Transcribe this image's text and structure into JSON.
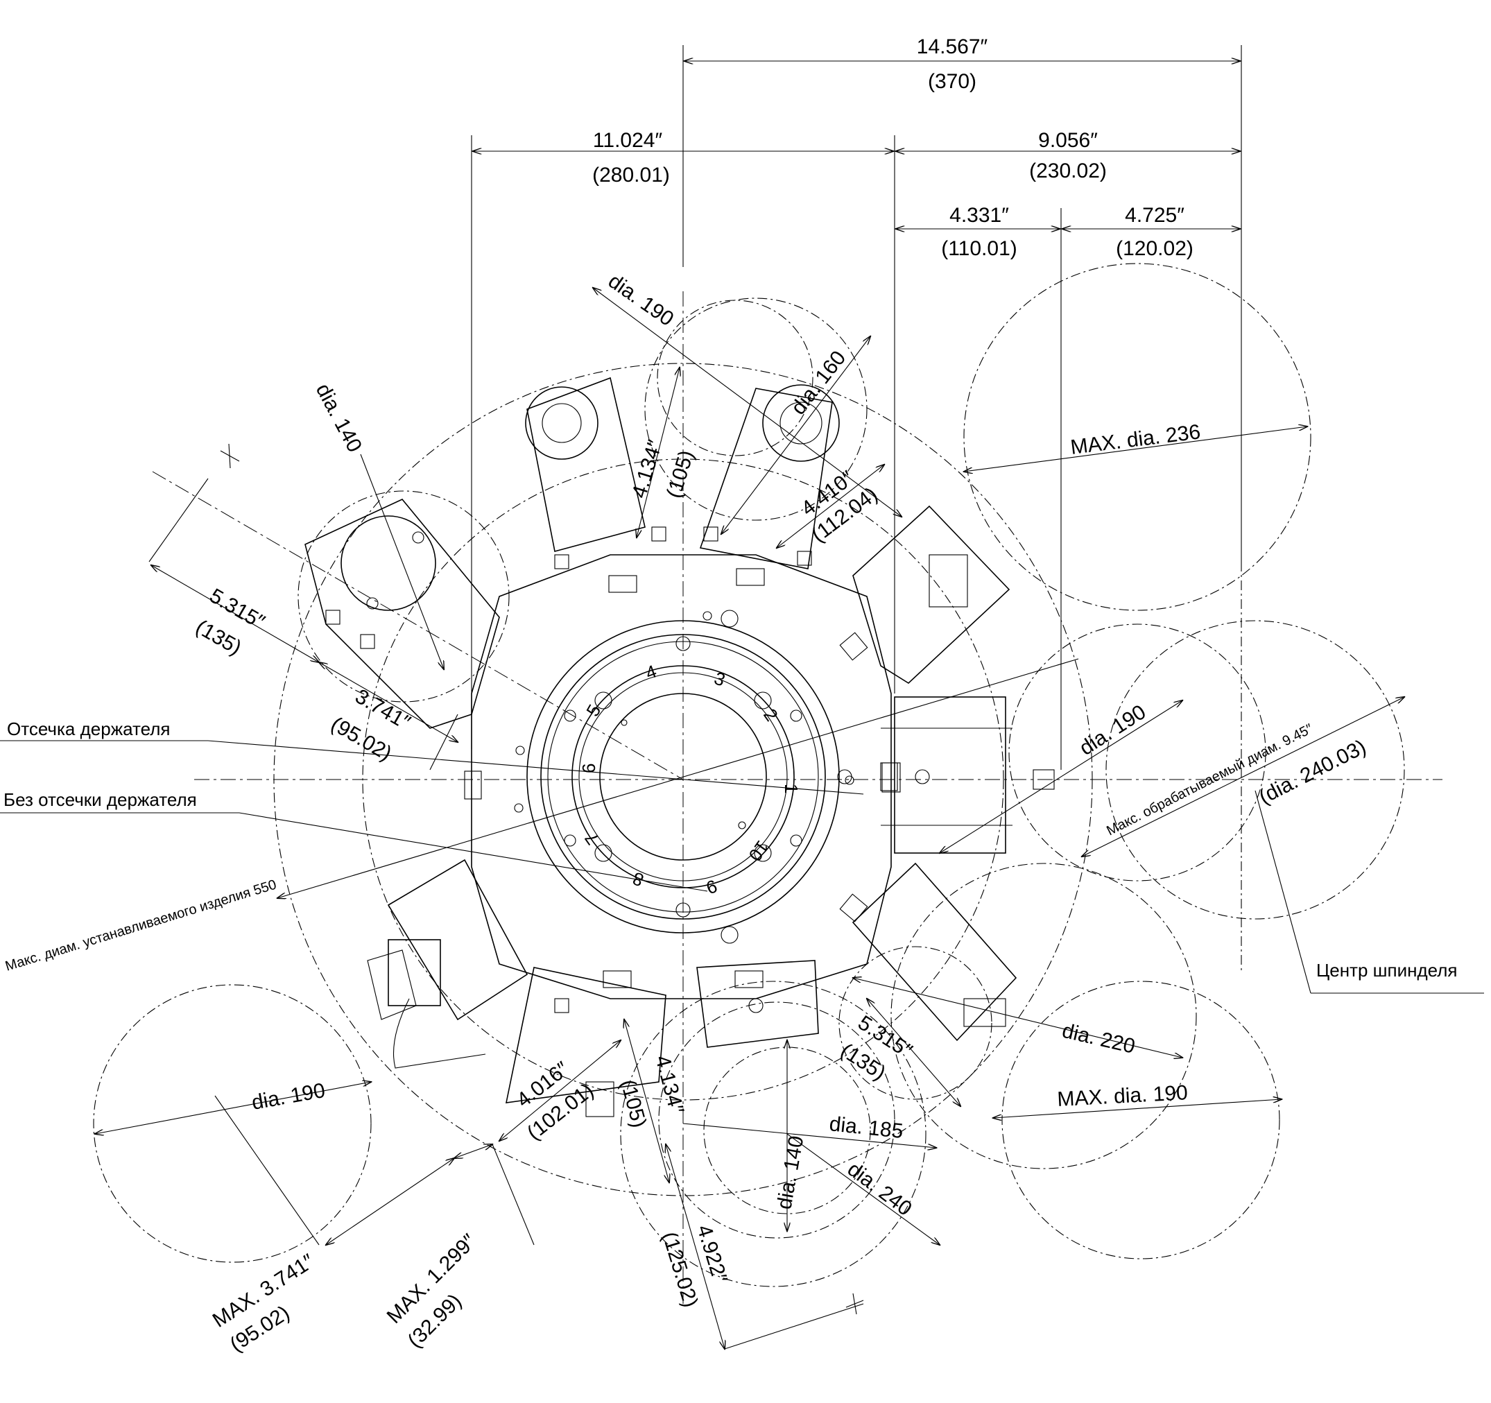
{
  "dimensions": {
    "d_14567": {
      "in": "14.567″",
      "mm": "(370)"
    },
    "d_11024": {
      "in": "11.024″",
      "mm": "(280.01)"
    },
    "d_9056": {
      "in": "9.056″",
      "mm": "(230.02)"
    },
    "d_4331": {
      "in": "4.331″",
      "mm": "(110.01)"
    },
    "d_4725": {
      "in": "4.725″",
      "mm": "(120.02)"
    },
    "d_4134_top": {
      "in": "4.134″",
      "mm": "(105)"
    },
    "d_4410": {
      "in": "4.410″",
      "mm": "(112.04)"
    },
    "d_5315_left": {
      "in": "5.315″",
      "mm": "(135)"
    },
    "d_3741_left": {
      "in": "3.741″",
      "mm": "(95.02)"
    },
    "d_5315_bottom": {
      "in": "5.315″",
      "mm": "(135)"
    },
    "d_4016": {
      "in": "4.016″",
      "mm": "(102.01)"
    },
    "d_4134_bottom": {
      "in": "4.134″",
      "mm": "(105)"
    },
    "d_4922": {
      "in": "4.922″",
      "mm": "(125.02)"
    },
    "d_max_3741": {
      "in": "MAX. 3.741″",
      "mm": "(95.02)"
    },
    "d_max_1299": {
      "in": "MAX. 1.299″",
      "mm": "(32.99)"
    },
    "d_max_work": {
      "in": "Макс. обрабатываемый диам. 9.45″",
      "mm": "(dia. 240.03)"
    }
  },
  "diameters": {
    "dia190_top": "dia. 190",
    "dia160": "dia. 160",
    "dia140_left": "dia. 140",
    "max_dia236": "MAX. dia. 236",
    "dia190_right": "dia. 190",
    "dia220": "dia. 220",
    "max_dia190": "MAX. dia. 190",
    "dia190_left": "dia. 190",
    "dia185": "dia. 185",
    "dia140_bottom": "dia. 140",
    "dia240": "dia. 240"
  },
  "labels": {
    "holder_cutoff": "Отсечка держателя",
    "no_holder_cutoff": "Без отсечки держателя",
    "max_swing": "Макс. диам. устанавливаемого изделия 550",
    "spindle_center": "Центр шпинделя"
  },
  "station_numbers": [
    "1",
    "2",
    "3",
    "4",
    "5",
    "6",
    "7",
    "8",
    "9",
    "10"
  ]
}
